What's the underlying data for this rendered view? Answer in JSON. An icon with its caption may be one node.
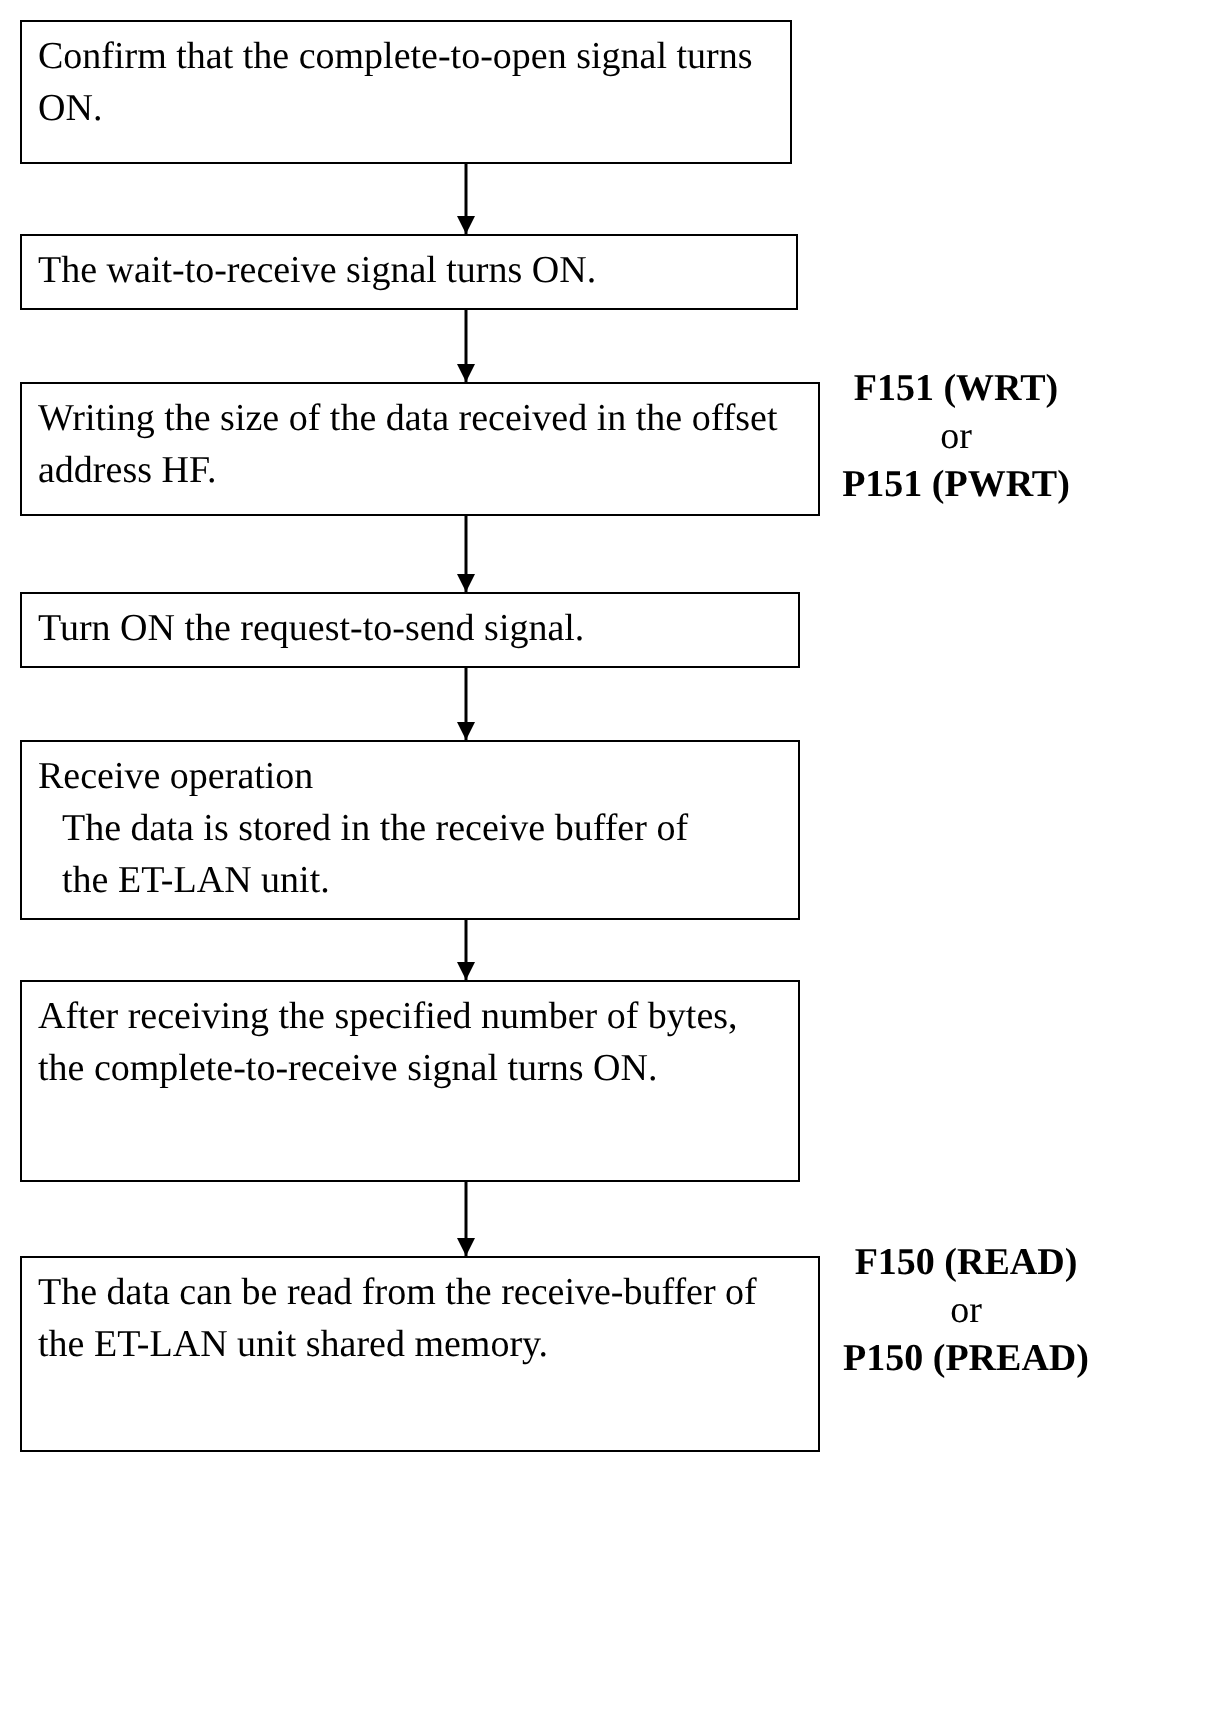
{
  "diagram": {
    "nodes": [
      {
        "text": [
          "Confirm that the complete-to-open signal turns ON."
        ]
      },
      {
        "text": [
          "The wait-to-receive signal turns ON."
        ]
      },
      {
        "text": [
          "Writing the size of the data received in the offset address HF."
        ],
        "beside": [
          "F151 (WRT)",
          "or",
          "P151 (PWRT)"
        ]
      },
      {
        "text": [
          "Turn ON the request-to-send signal."
        ]
      },
      {
        "text": [
          "Receive operation",
          "The data is stored in the receive buffer of the ET-LAN unit."
        ]
      },
      {
        "text": [
          "After receiving the specified number of bytes, the complete-to-receive signal turns ON."
        ]
      },
      {
        "text": [
          "The data can be read from the receive-buffer of the ET-LAN unit shared memory."
        ],
        "beside": [
          "F150 (READ)",
          "or",
          "P150 (PREAD)"
        ]
      }
    ],
    "edges": [
      {
        "from": 0,
        "to": 1,
        "arrow": "to"
      },
      {
        "from": 1,
        "to": 2,
        "arrow": "to"
      },
      {
        "from": 2,
        "to": 3,
        "arrow": "to"
      },
      {
        "from": 3,
        "to": 4,
        "arrow": "to"
      },
      {
        "from": 4,
        "to": 5,
        "arrow": "to"
      },
      {
        "from": 5,
        "to": 6,
        "arrow": "to"
      }
    ]
  }
}
